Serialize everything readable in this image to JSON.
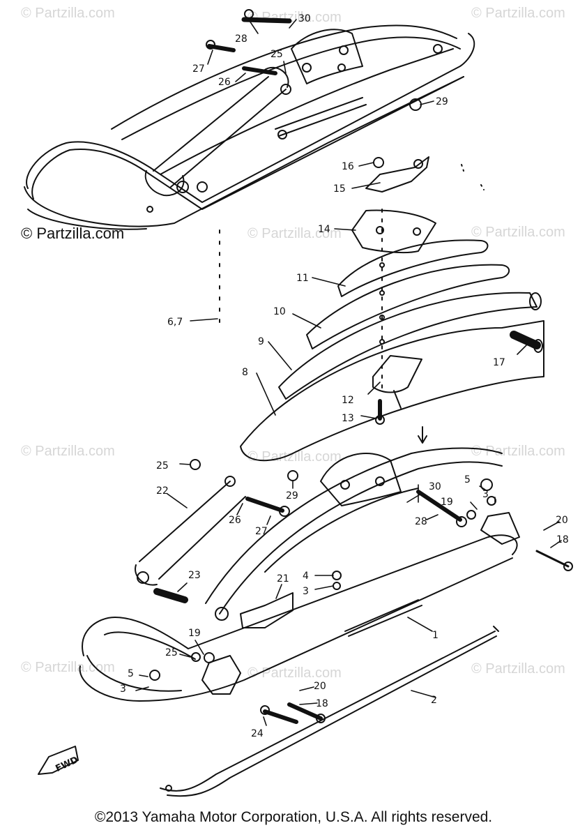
{
  "watermark": "© Partzilla.com",
  "brand_watermark": "© Partzilla.com",
  "copyright": "©2013 Yamaha Motor Corporation, U.S.A. All rights reserved.",
  "fwd_label": "FWD",
  "callouts": {
    "c1": "1",
    "c2": "2",
    "c3a": "3",
    "c3b": "3",
    "c3c": "3",
    "c4": "4",
    "c5a": "5",
    "c5b": "5",
    "c67": "6,7",
    "c8": "8",
    "c9": "9",
    "c10": "10",
    "c11": "11",
    "c12": "12",
    "c13": "13",
    "c14": "14",
    "c15": "15",
    "c16": "16",
    "c17": "17",
    "c18a": "18",
    "c18b": "18",
    "c19a": "19",
    "c19b": "19",
    "c20a": "20",
    "c20b": "20",
    "c21": "21",
    "c22": "22",
    "c23": "23",
    "c24": "24",
    "c25a": "25",
    "c25b": "25",
    "c25c": "25",
    "c26a": "26",
    "c26b": "26",
    "c27a": "27",
    "c27b": "27",
    "c28a": "28",
    "c28b": "28",
    "c29a": "29",
    "c29b": "29",
    "c30a": "30",
    "c30b": "30"
  }
}
